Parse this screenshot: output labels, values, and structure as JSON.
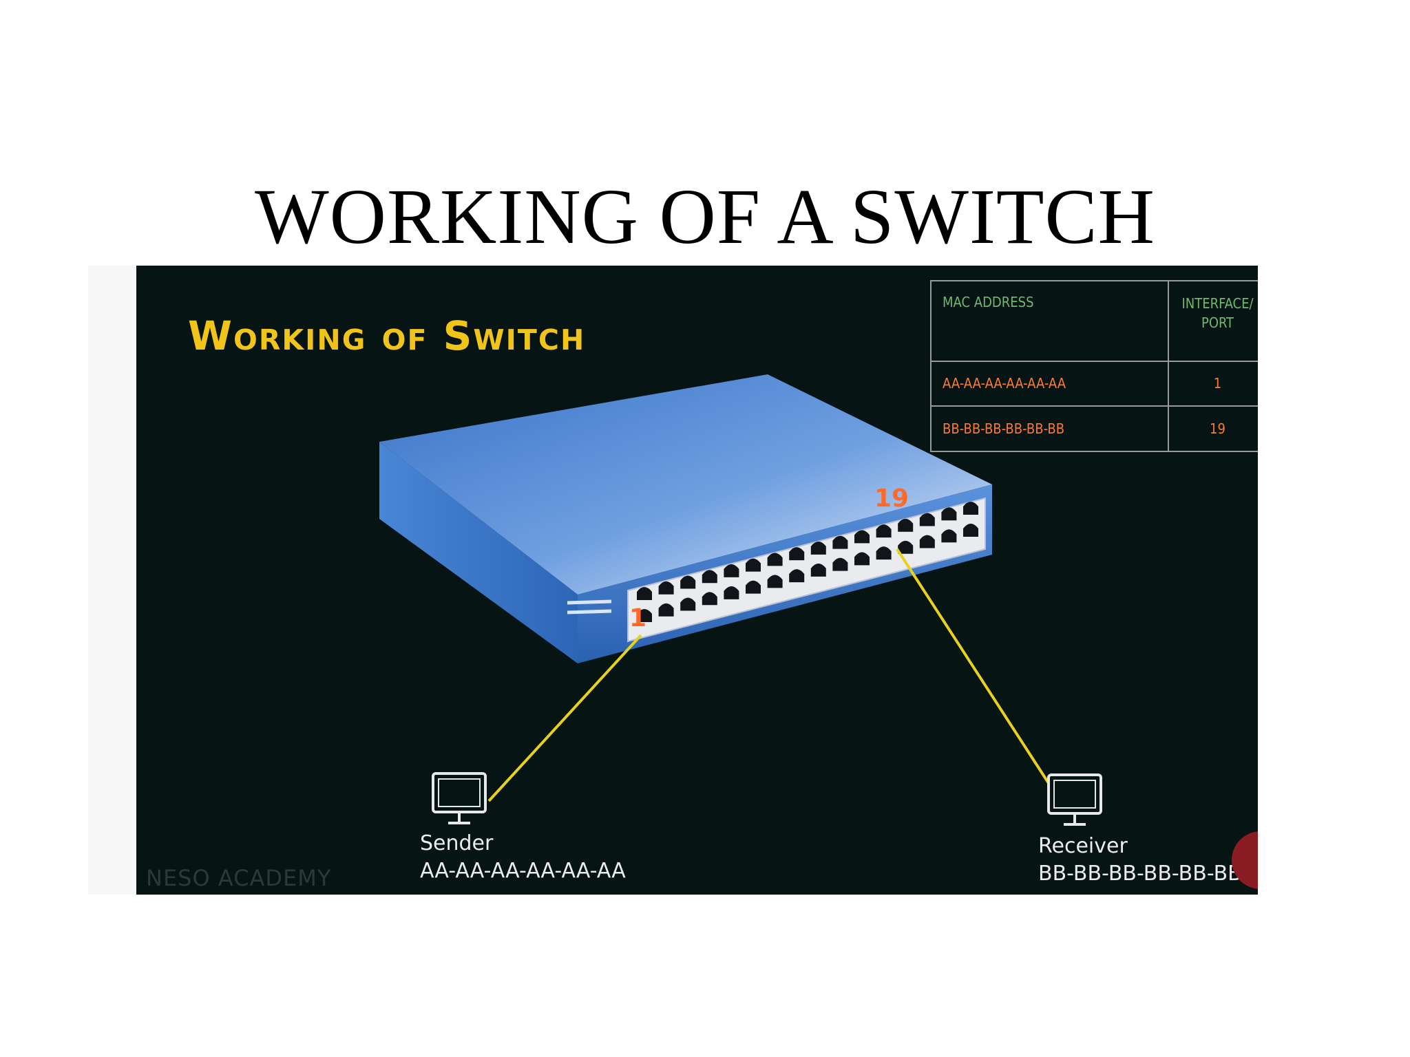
{
  "slide": {
    "title": "WORKING OF A SWITCH"
  },
  "video": {
    "heading": "Working of Switch",
    "watermark": "NESO ACADEMY",
    "mac_table": {
      "headers": [
        "MAC ADDRESS",
        "INTERFACE/",
        "PORT"
      ],
      "rows": [
        {
          "mac": "AA-AA-AA-AA-AA-AA",
          "port": "1"
        },
        {
          "mac": "BB-BB-BB-BB-BB-BB",
          "port": "19"
        }
      ]
    },
    "switch": {
      "port_label_left": "1",
      "port_label_right": "19"
    },
    "sender": {
      "label": "Sender",
      "mac": "AA-AA-AA-AA-AA-AA"
    },
    "receiver": {
      "label": "Receiver",
      "mac": "BB-BB-BB-BB-BB-BB"
    },
    "colors": {
      "heading": "#f0c419",
      "cable": "#e8d21c",
      "switch_top": "#4a86d8",
      "switch_side": "#2e68b8",
      "port_tag": "#ff6a2a",
      "table_header": "#6fb86f",
      "table_cell": "#ff7a2e"
    }
  }
}
